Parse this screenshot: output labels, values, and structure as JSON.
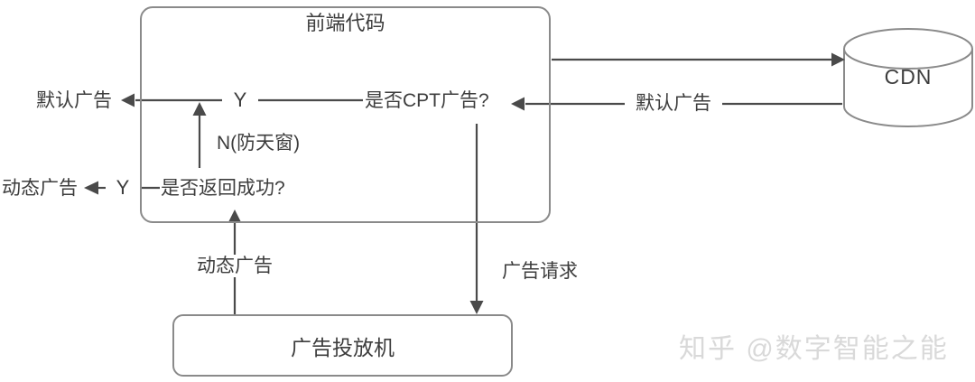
{
  "diagram": {
    "frontend_box": {
      "title": "前端代码"
    },
    "cdn": {
      "label": "CDN"
    },
    "adserver_box": {
      "label": "广告投放机"
    },
    "nodes": {
      "cpt_question": "是否CPT广告?",
      "return_question": "是否返回成功?"
    },
    "edge_labels": {
      "default_ad_out": "默认广告",
      "y_top": "Y",
      "n_fallback": "N(防天窗)",
      "dynamic_ad_out": "动态广告",
      "y_return": "Y",
      "default_ad_from_cdn": "默认广告",
      "dynamic_ad_up": "动态广告",
      "ad_request": "广告请求"
    },
    "colors": {
      "line": "#4a4a4a",
      "border": "#8a8a8a",
      "text": "#3d3d3d",
      "watermark": "#d9d9d9",
      "background": "#ffffff"
    }
  },
  "watermark": {
    "text": "知乎 @数字智能之能"
  }
}
